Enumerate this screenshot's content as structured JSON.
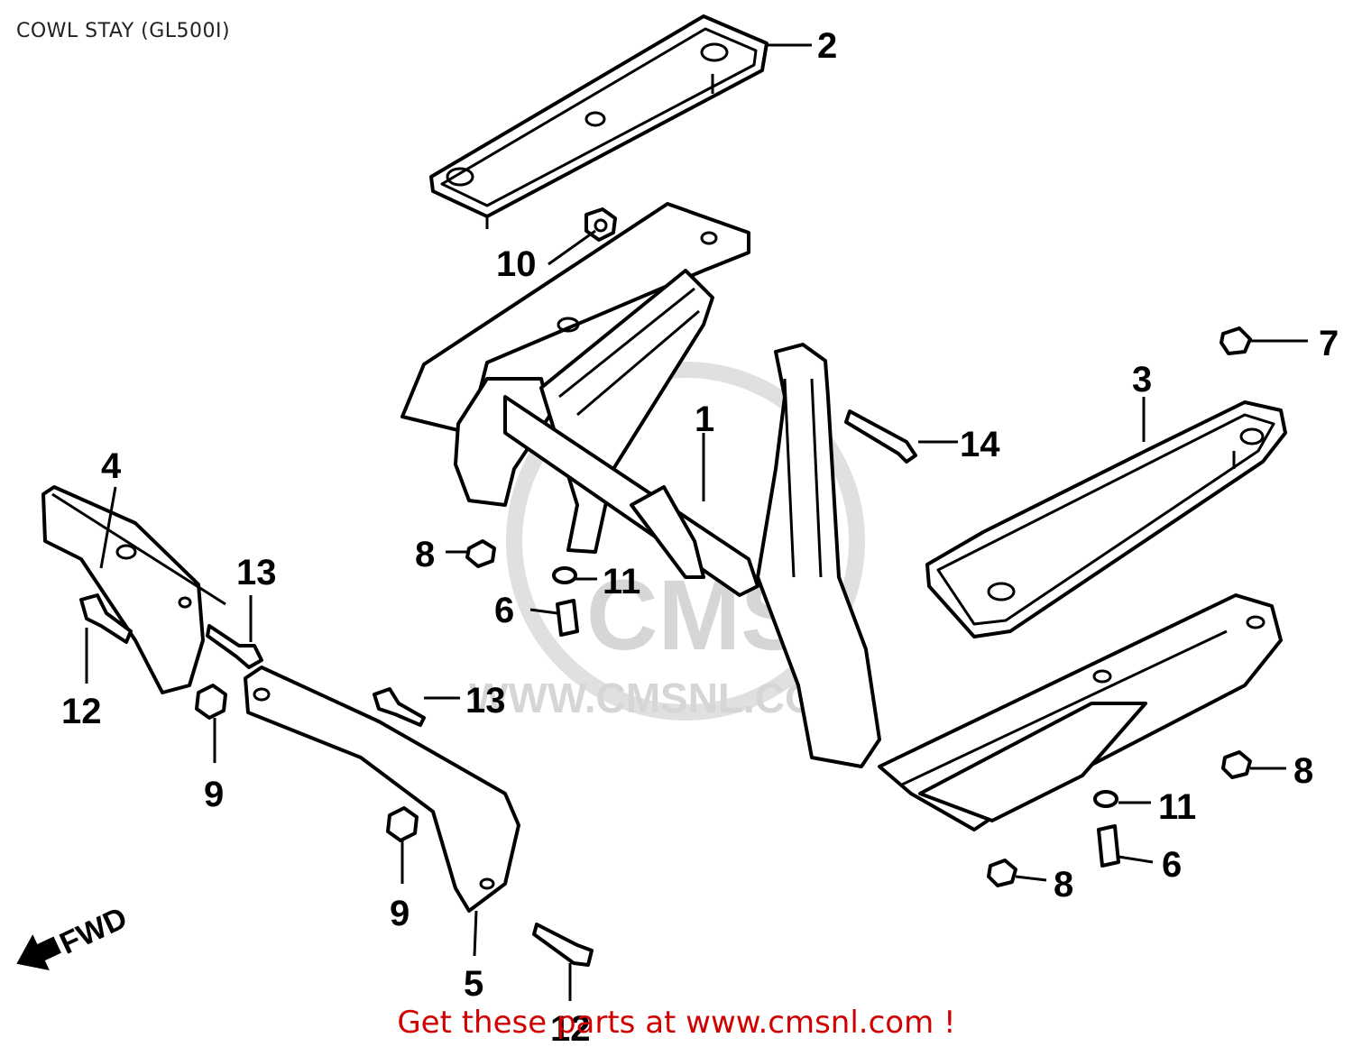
{
  "diagram": {
    "title": "COWL STAY (GL500I)",
    "forward_label": "FWD",
    "watermark": {
      "logo_text": "CMS",
      "site_text": "WWW.CMSNL.COM"
    },
    "callouts": [
      "1",
      "2",
      "3",
      "4",
      "5",
      "6",
      "6",
      "7",
      "8",
      "8",
      "8",
      "9",
      "9",
      "10",
      "11",
      "11",
      "12",
      "12",
      "13",
      "13",
      "14"
    ]
  },
  "footer": {
    "link_text": "Get these parts at www.cmsnl.com !"
  },
  "colors": {
    "background": "#ffffff",
    "line_art": "#000000",
    "watermark": "#d6d6d6",
    "footer_link": "#d10000",
    "title_text": "#222222"
  }
}
